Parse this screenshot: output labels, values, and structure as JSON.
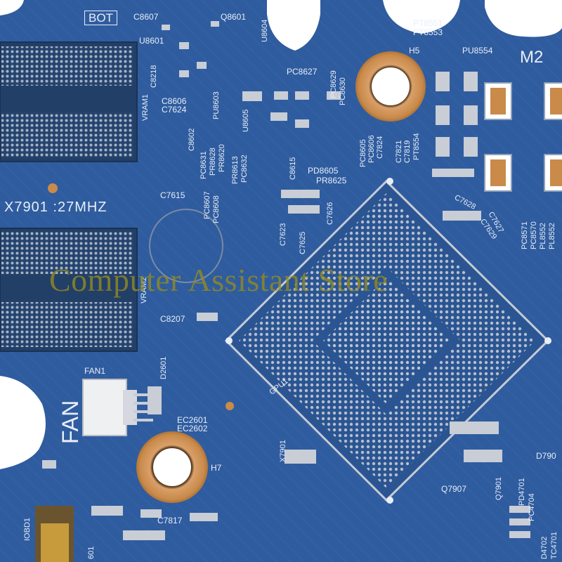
{
  "watermark": "Computer Assistant Store",
  "colors": {
    "pcb": "#2f5c9e",
    "silk": "#e8eef8",
    "pad": "#c8cdd6",
    "copper": "#c98a4a",
    "watermark": "#968c1e"
  },
  "labels": {
    "bot": "BOT",
    "c8607": "C8607",
    "q8601": "Q8601",
    "u8604": "U8604",
    "u8601": "U8601",
    "pt8551": "PT8551",
    "pt8553": "PT8553",
    "h5": "H5",
    "pu8554": "PU8554",
    "m2": "M2",
    "c8218": "C8218",
    "vram1": "VRAM1",
    "c8606": "C8606",
    "c7624": "C7624",
    "pc8627": "PC8627",
    "pc8629": "PC8629",
    "pc8630": "PC8630",
    "pu8603": "PU8603",
    "u8605": "U8605",
    "c8602": "C8602",
    "pc8631": "PC8631",
    "pr8628": "PR8628",
    "pr8620": "PR8620",
    "pc8607": "PC8607",
    "pc8608": "PC8608",
    "pr8613": "PR8613",
    "pc8632": "PC8632",
    "c8615": "C8615",
    "pd8605": "PD8605",
    "pr8625": "PR8625",
    "pc8605": "PC8605",
    "pc8606": "PC8606",
    "c7824": "C7824",
    "c7821": "C7821",
    "c7819": "C7819",
    "pt8554": "PT8554",
    "x7901": "X7901 :27MHZ",
    "c7615": "C7615",
    "c7623": "C7623",
    "c7625": "C7625",
    "c7626": "C7626",
    "c7628": "C7628",
    "c7627": "C7627",
    "c7629": "C7629",
    "pc8571": "PC8571",
    "pc8570": "PC8570",
    "pl8552": "PL8552",
    "pl8552b": "PL8552",
    "vram2": "VRAM2",
    "c8207": "C8207",
    "fan1": "FAN1",
    "fan": "FAN",
    "d2601": "D2601",
    "gpu1": "GPU1",
    "ec2601": "EC2601",
    "ec2602": "EC2602",
    "h7": "H7",
    "x7901b": "X7901",
    "c7817": "C7817",
    "q7907": "Q7907",
    "q7901": "Q7901",
    "pd4701": "PD4701",
    "pc4704": "PC4704",
    "d790": "D790",
    "iobd1": "IOBD1",
    "tc4701": "TC4701",
    "d4702": "D4702",
    "c601": "601"
  }
}
